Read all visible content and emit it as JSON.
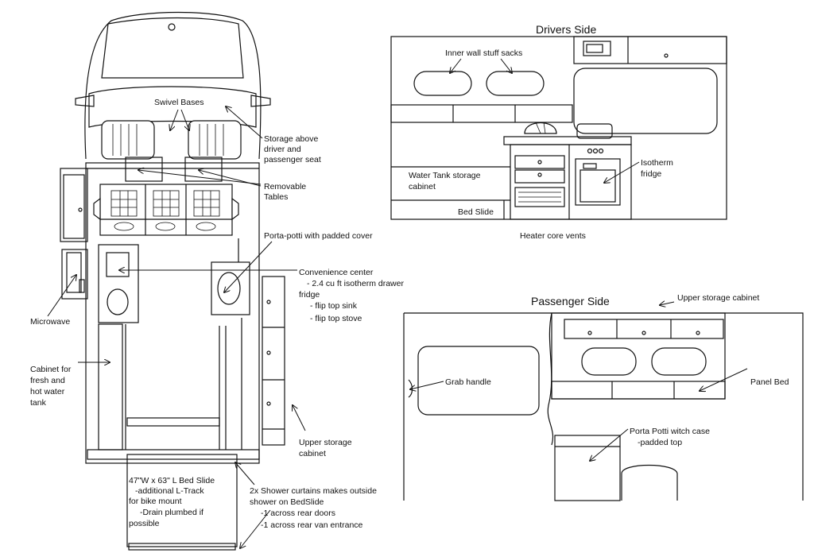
{
  "layout_diagram": {
    "labels": {
      "swivel_bases": "Swivel Bases",
      "storage_above_1": "Storage above",
      "storage_above_2": "driver and",
      "storage_above_3": "passenger seat",
      "removable_tables_1": "Removable",
      "removable_tables_2": "Tables",
      "porta_potti_cover": "Porta-potti with padded cover",
      "convenience_1": "Convenience center",
      "convenience_2": "- 2.4 cu ft isotherm drawer",
      "convenience_3": "fridge",
      "convenience_4": "- flip top sink",
      "convenience_5": "- flip top stove",
      "microwave": "Microwave",
      "cabinet_tank_1": "Cabinet for",
      "cabinet_tank_2": "fresh and",
      "cabinet_tank_3": "hot water",
      "cabinet_tank_4": "tank",
      "upper_storage_1": "Upper storage",
      "upper_storage_2": "cabinet",
      "bed_slide_1": "47\"W x 63\" L Bed Slide",
      "bed_slide_2": "-additional L-Track",
      "bed_slide_3": "for bike mount",
      "bed_slide_4": "-Drain plumbed if",
      "bed_slide_5": "possible",
      "shower_1": "2x Shower curtains makes outside",
      "shower_2": "shower on BedSlide",
      "shower_3": "-1 across rear doors",
      "shower_4": "-1 across rear van entrance"
    }
  },
  "drivers_side": {
    "title": "Drivers Side",
    "inner_wall_sacks": "Inner wall stuff sacks",
    "water_tank_1": "Water Tank storage",
    "water_tank_2": "cabinet",
    "bed_slide": "Bed Slide",
    "isotherm_1": "Isotherm",
    "isotherm_2": "fridge",
    "heater_vents": "Heater core vents"
  },
  "passenger_side": {
    "title": "Passenger Side",
    "upper_storage": "Upper storage cabinet",
    "grab_handle": "Grab handle",
    "panel_bed": "Panel Bed",
    "porta_potti_1": "Porta Potti witch case",
    "porta_potti_2": "-padded top"
  }
}
